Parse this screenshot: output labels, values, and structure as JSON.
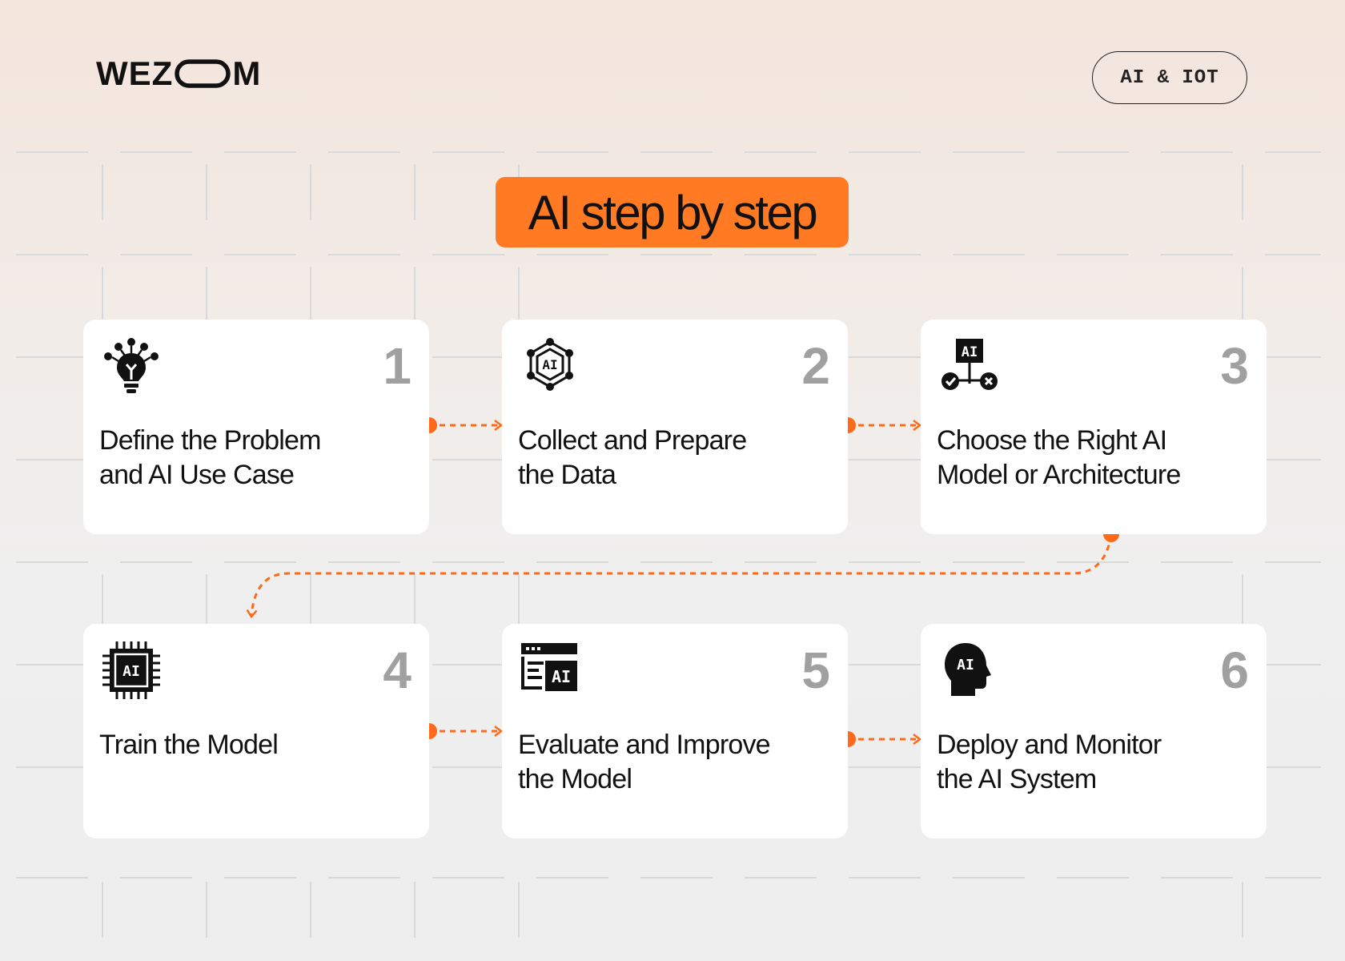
{
  "brand": {
    "logo_text": "WEZOOM",
    "tag_label": "AI & IOT",
    "accent_color": "#ff7a22"
  },
  "title": "AI step by step",
  "steps": [
    {
      "number": "1",
      "label_line1": "Define the Problem",
      "label_line2": "and AI Use Case",
      "icon": "lightbulb-network-icon"
    },
    {
      "number": "2",
      "label_line1": "Collect and Prepare",
      "label_line2": "the Data",
      "icon": "ai-hexagon-nodes-icon"
    },
    {
      "number": "3",
      "label_line1": "Choose the Right AI",
      "label_line2": "Model or Architecture",
      "icon": "ai-decision-board-icon"
    },
    {
      "number": "4",
      "label_line1": "Train the Model",
      "label_line2": "",
      "icon": "ai-chip-icon"
    },
    {
      "number": "5",
      "label_line1": "Evaluate and Improve",
      "label_line2": "the Model",
      "icon": "ai-window-icon"
    },
    {
      "number": "6",
      "label_line1": "Deploy and Monitor",
      "label_line2": "the AI System",
      "icon": "ai-head-icon"
    }
  ]
}
